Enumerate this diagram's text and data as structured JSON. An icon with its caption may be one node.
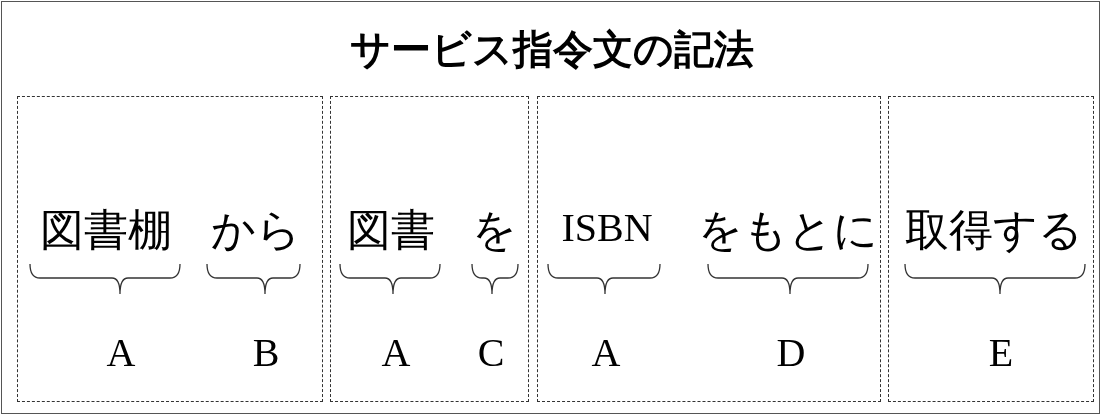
{
  "diagram": {
    "nodes": [
      {
        "text": [
          "サービス指令文の記法"
        ]
      },
      {
        "text": [
          "図書棚",
          "から",
          "A",
          "B"
        ],
        "in": 0
      },
      {
        "text": [
          "図書",
          "を",
          "A",
          "C"
        ],
        "in": 0
      },
      {
        "text": [
          "ISBN",
          "をもとに",
          "A",
          "D"
        ],
        "in": 0
      },
      {
        "text": [
          "取得する",
          "E"
        ],
        "in": 0
      }
    ],
    "edges": []
  }
}
